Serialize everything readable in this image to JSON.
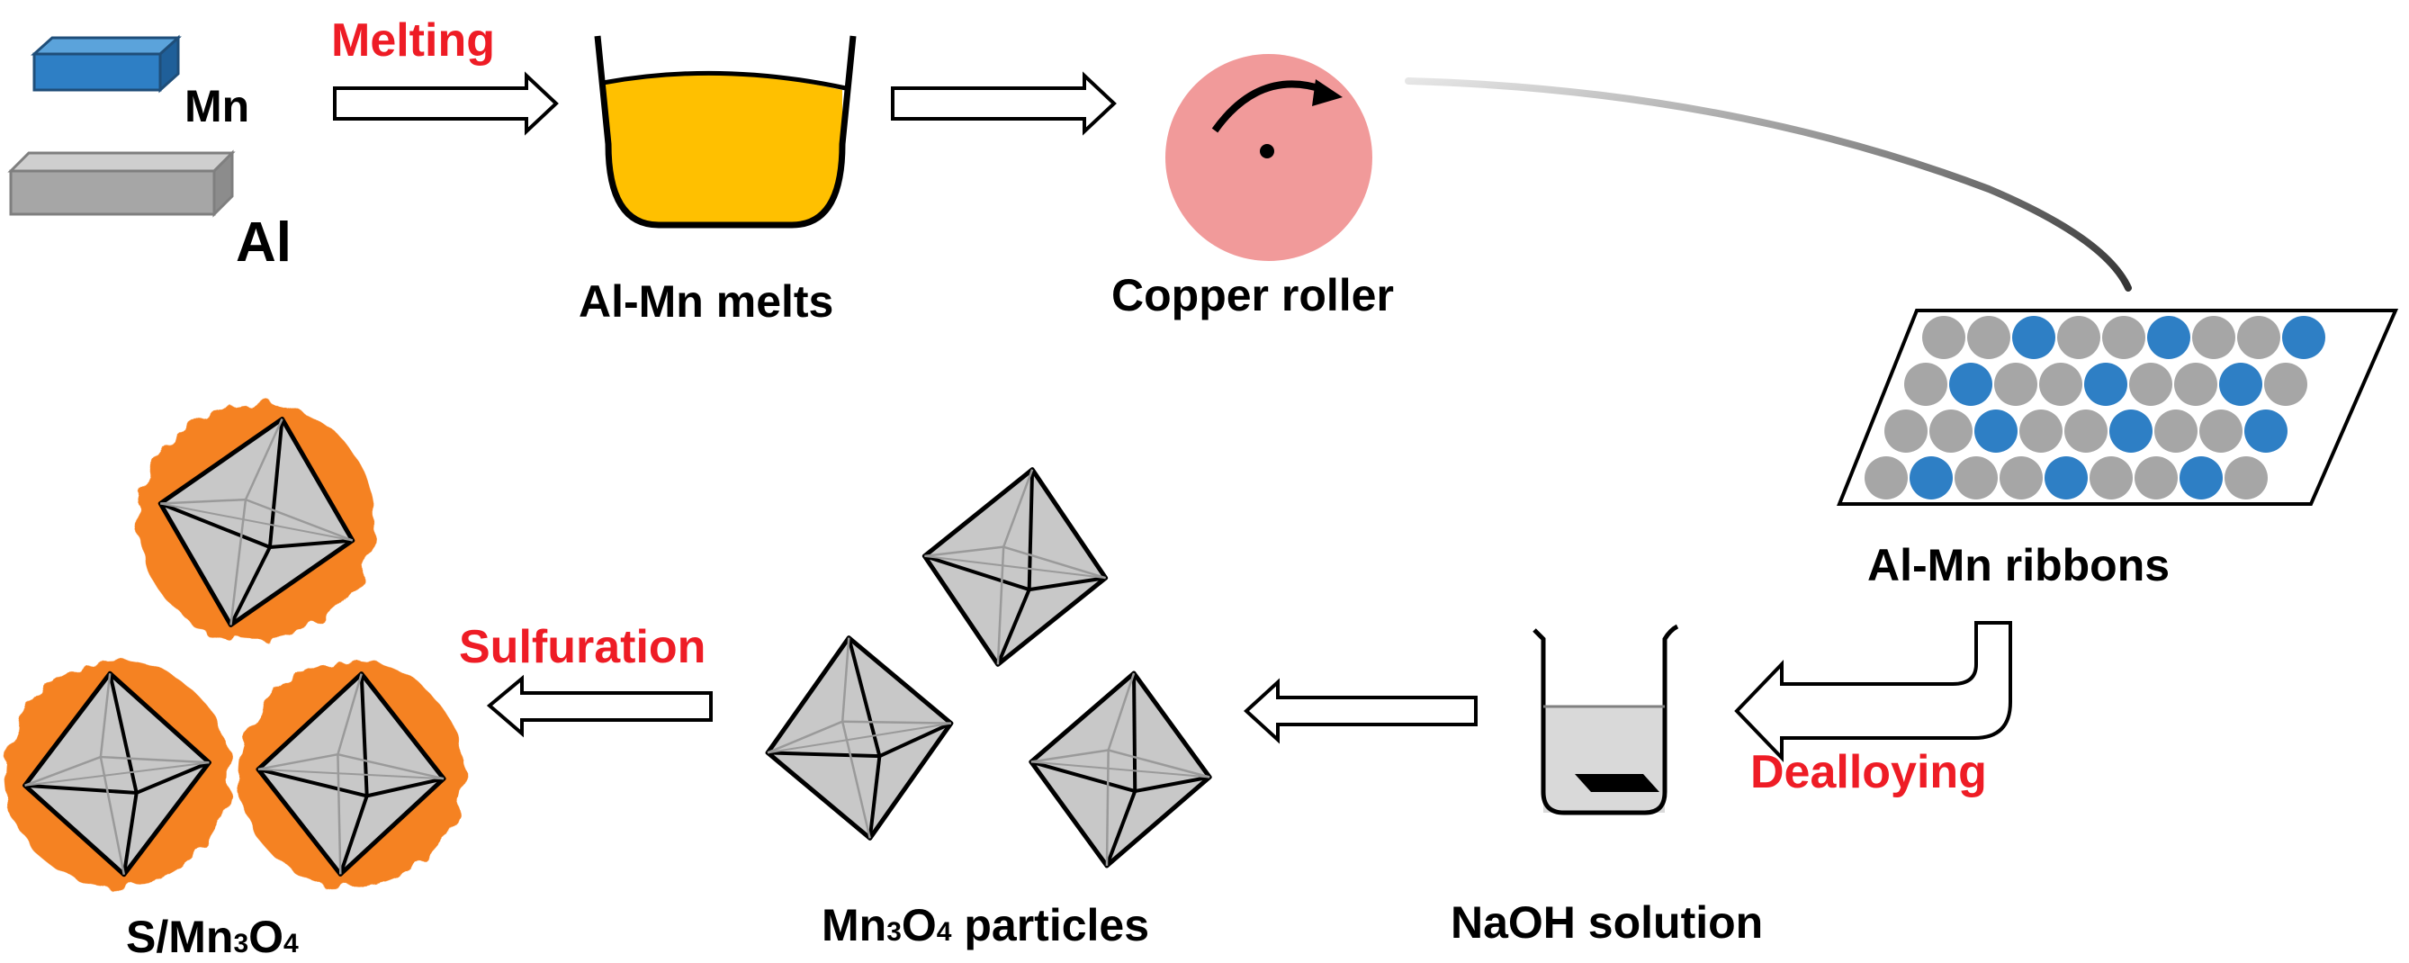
{
  "labels": {
    "mn": "Mn",
    "al": "Al",
    "melts": "Al-Mn melts",
    "roller": "Copper roller",
    "ribbons": "Al-Mn ribbons",
    "naoh": "NaOH solution",
    "particles_pre": "Mn",
    "particles_sub1": "3",
    "particles_mid": "O",
    "particles_sub2": "4",
    "particles_post": " particles",
    "product_pre": "S/Mn",
    "product_sub1": "3",
    "product_mid": "O",
    "product_sub2": "4"
  },
  "steps": {
    "melting": "Melting",
    "dealloying": "Dealloying",
    "sulfuration": "Sulfuration"
  },
  "colors": {
    "mn_block": "#2e7fc5",
    "al_block": "#a6a6a6",
    "melt": "#ffc000",
    "roller": "#f19a9a",
    "atom_al": "#a6a6a6",
    "atom_mn": "#2e7fc5",
    "coating": "#f58220",
    "crystal": "#c8c8c8",
    "step_text": "#ee1c25"
  },
  "ribbon_pattern": [
    [
      0,
      0,
      1,
      0,
      0,
      1,
      0,
      0,
      1
    ],
    [
      0,
      1,
      0,
      0,
      1,
      0,
      0,
      1,
      0
    ],
    [
      0,
      0,
      1,
      0,
      0,
      1,
      0,
      0,
      1
    ],
    [
      0,
      1,
      0,
      0,
      1,
      0,
      0,
      1,
      0
    ]
  ]
}
